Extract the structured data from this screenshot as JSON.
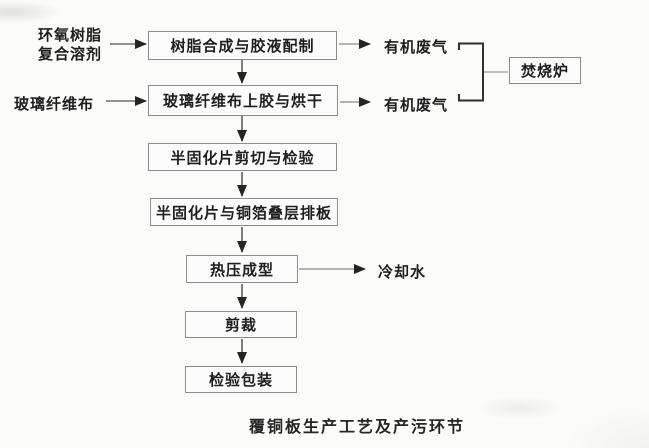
{
  "diagram": {
    "caption": "覆铜板生产工艺及产污环节",
    "inputs": [
      {
        "line1": "环氧树脂",
        "line2": "复合溶剂"
      },
      {
        "line1": "玻璃纤维布"
      }
    ],
    "steps": [
      {
        "label": "树脂合成与胶液配制"
      },
      {
        "label": "玻璃纤维布上胶与烘干"
      },
      {
        "label": "半固化片剪切与检验"
      },
      {
        "label": "半固化片与铜箔叠层排板"
      },
      {
        "label": "热压成型"
      },
      {
        "label": "剪裁"
      },
      {
        "label": "检验包装"
      }
    ],
    "emissions": [
      {
        "label": "有机废气"
      },
      {
        "label": "有机废气"
      },
      {
        "label": "冷却水"
      }
    ],
    "treatment": {
      "label": "焚烧炉"
    }
  },
  "colors": {
    "background": "#fbfbfa",
    "box_border": "#8b8b8b",
    "text": "#1e1e1e",
    "line": "#707070",
    "arrowhead": "#242424",
    "bracket": "#2f2f2f"
  }
}
